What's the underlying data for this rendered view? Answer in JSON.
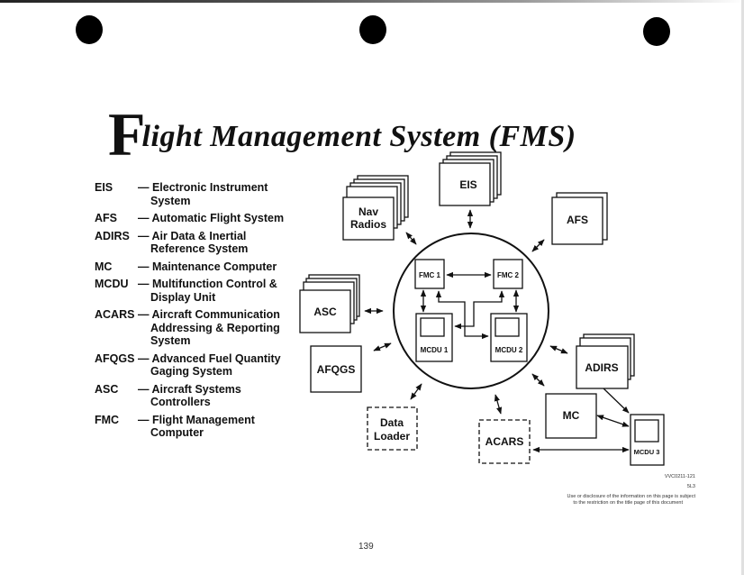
{
  "title": {
    "initial": "F",
    "rest": "light Management System (FMS)"
  },
  "legend": [
    {
      "abbr": "EIS",
      "definition": "— Electronic Instrument System"
    },
    {
      "abbr": "AFS",
      "definition": "— Automatic Flight System"
    },
    {
      "abbr": "ADIRS",
      "definition": "— Air Data & Inertial Reference System"
    },
    {
      "abbr": "MC",
      "definition": "— Maintenance Computer"
    },
    {
      "abbr": "MCDU",
      "definition": "— Multifunction Control & Display Unit"
    },
    {
      "abbr": "ACARS",
      "definition": "— Aircraft Communication Addressing & Reporting System"
    },
    {
      "abbr": "AFQGS",
      "definition": "— Advanced Fuel Quantity Gaging System"
    },
    {
      "abbr": "ASC",
      "definition": "— Aircraft Systems Controllers"
    },
    {
      "abbr": "FMC",
      "definition": "— Flight Management Computer"
    }
  ],
  "diagram": {
    "core": {
      "fmc1": "FMC 1",
      "fmc2": "FMC 2",
      "mcdu1": "MCDU 1",
      "mcdu2": "MCDU 2"
    },
    "peripherals": {
      "nav_radios_line1": "Nav",
      "nav_radios_line2": "Radios",
      "eis": "EIS",
      "afs": "AFS",
      "asc": "ASC",
      "afqgs": "AFQGS",
      "adirs": "ADIRS",
      "mc": "MC",
      "mcdu3": "MCDU 3",
      "data_loader_line1": "Data",
      "data_loader_line2": "Loader",
      "acars": "ACARS"
    }
  },
  "footer": {
    "doc_code": "VVC0211-121",
    "sub_code": "5L3",
    "notice_line1": "Use or disclosure of the information on this page is subject",
    "notice_line2": "to the restriction on the title page of this document",
    "page_number": "139"
  }
}
